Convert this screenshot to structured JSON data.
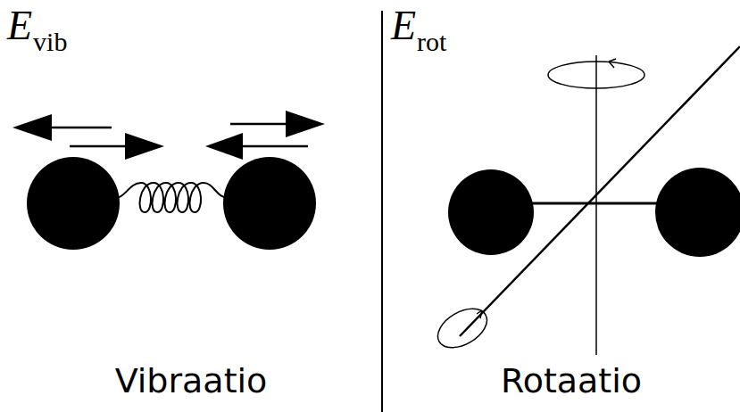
{
  "diagram": {
    "labels": [
      "E",
      "vib",
      "E",
      "rot",
      "Vibraatio",
      "Rotaatio"
    ]
  }
}
